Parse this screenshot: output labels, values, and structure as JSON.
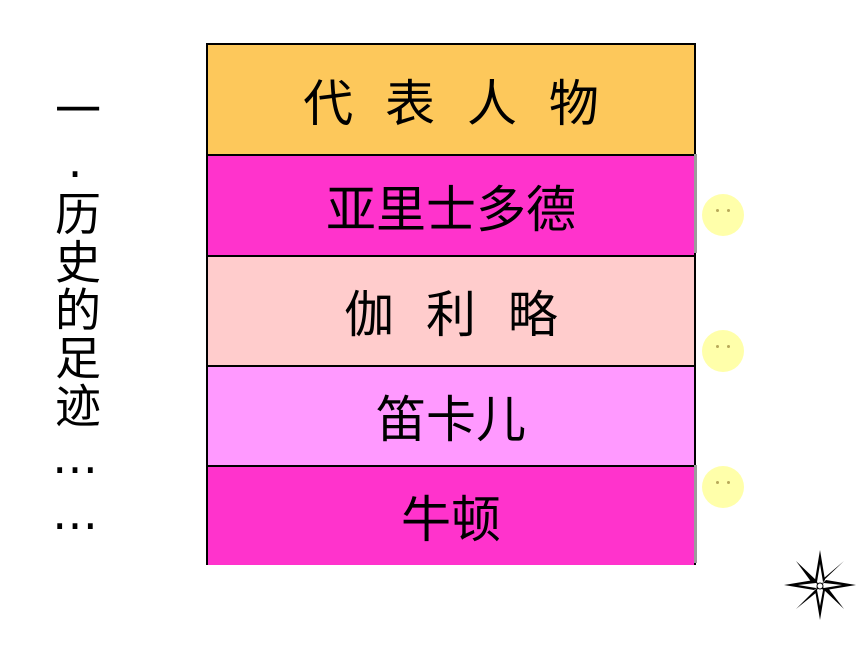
{
  "side_title": "一.历史的足迹……",
  "table": {
    "rows": [
      {
        "label": "代 表 人 物",
        "color": "#fdc85b"
      },
      {
        "label": "亚里士多德",
        "color": "#ff33cc"
      },
      {
        "label": "伽 利 略",
        "color": "#ffcccc"
      },
      {
        "label": "笛卡儿",
        "color": "#ff99ff"
      },
      {
        "label": "牛顿",
        "color": "#ff33cc"
      }
    ]
  },
  "icons": {
    "smiley": "smiley-icon",
    "smiley_color": "#ffffaa",
    "compass": "compass-star-icon"
  }
}
